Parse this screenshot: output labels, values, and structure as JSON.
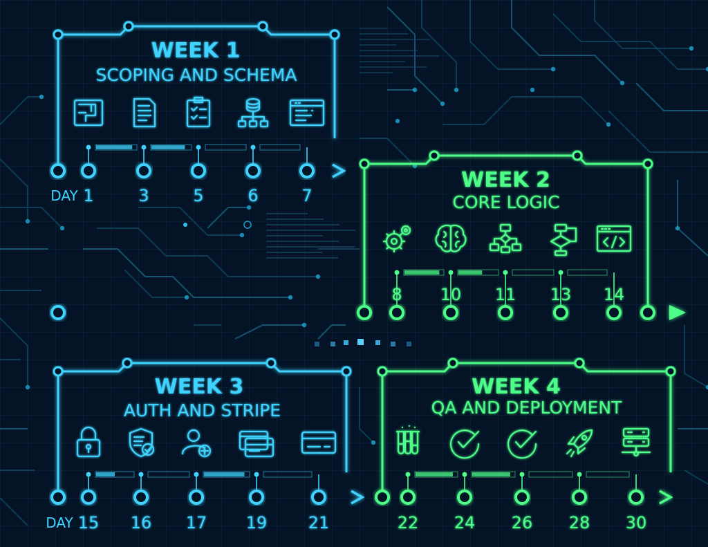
{
  "colors": {
    "background": "#041426",
    "blue": "#3fd3ff",
    "green": "#4dff88"
  },
  "day_prefix": "DAY",
  "weeks": [
    {
      "title": "WEEK 1",
      "subtitle": "SCOPING AND SCHEMA",
      "color": "blue",
      "icons": [
        "blueprint-icon",
        "document-icon",
        "checklist-icon",
        "database-tree-icon",
        "code-window-icon"
      ],
      "days": [
        "1",
        "3",
        "5",
        "6",
        "7"
      ],
      "progress": [
        0.9,
        0.85,
        0.0,
        0.0
      ]
    },
    {
      "title": "WEEK 2",
      "subtitle": "CORE LOGIC",
      "color": "green",
      "icons": [
        "gears-icon",
        "brain-icon",
        "flowchart-icon",
        "process-flow-icon",
        "code-tag-icon"
      ],
      "days": [
        "8",
        "10",
        "11",
        "13",
        "14"
      ],
      "progress": [
        0.9,
        0.6,
        0.0,
        0.0
      ]
    },
    {
      "title": "WEEK 3",
      "subtitle": "AUTH AND STRIPE",
      "color": "blue",
      "icons": [
        "padlock-icon",
        "shield-check-icon",
        "user-add-icon",
        "cards-icon",
        "credit-card-icon"
      ],
      "days": [
        "15",
        "16",
        "17",
        "19",
        "21"
      ],
      "progress": [
        0.5,
        0.0,
        0.9,
        0.0
      ]
    },
    {
      "title": "WEEK 4",
      "subtitle": "QA AND DEPLOYMENT",
      "color": "green",
      "icons": [
        "test-tubes-icon",
        "check-circle-icon",
        "check-circle-icon",
        "rocket-icon",
        "server-icon"
      ],
      "days": [
        "22",
        "24",
        "26",
        "28",
        "30"
      ],
      "progress": [
        0.9,
        0.9,
        0.0,
        0.0
      ]
    }
  ]
}
